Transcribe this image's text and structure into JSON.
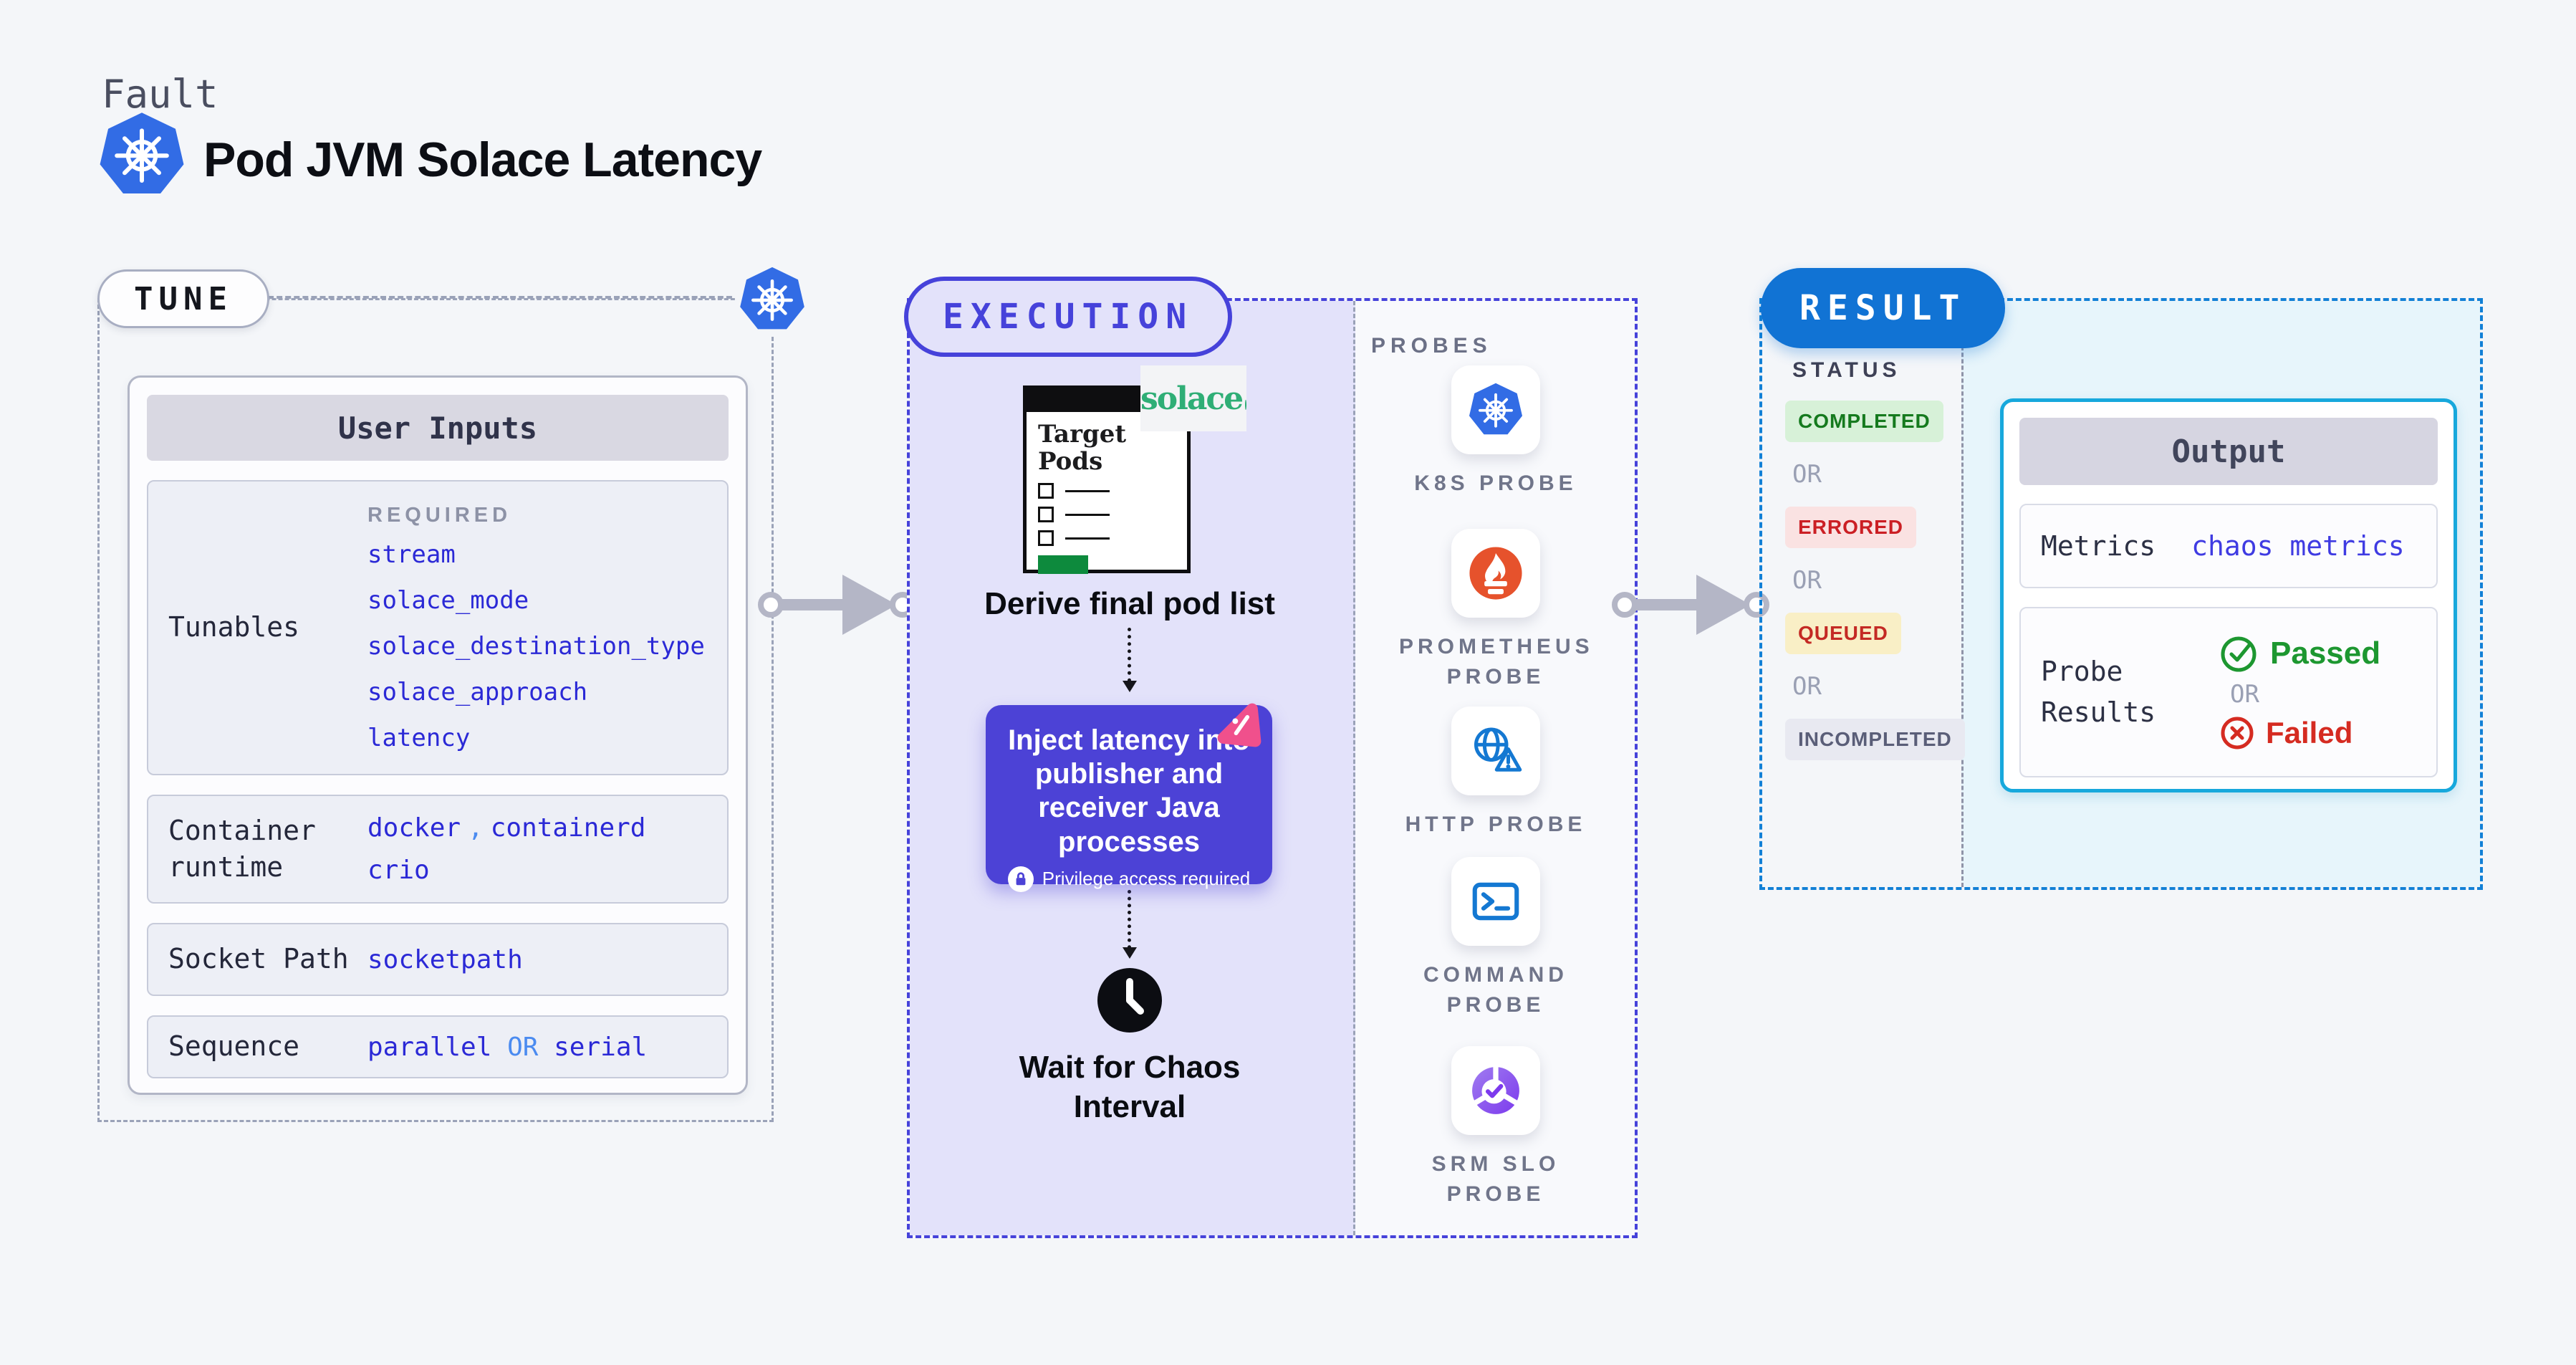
{
  "header": {
    "eyebrow": "Fault",
    "title": "Pod JVM Solace Latency",
    "icon": "kubernetes-icon"
  },
  "tune": {
    "label": "TUNE",
    "user_inputs": {
      "title": "User Inputs",
      "rows": [
        {
          "label": "Tunables",
          "tag": "REQUIRED",
          "values": [
            "stream",
            "solace_mode",
            "solace_destination_type",
            "solace_approach",
            "latency"
          ]
        },
        {
          "label": "Container runtime",
          "separator": ",",
          "values": [
            "docker",
            "containerd",
            "crio"
          ]
        },
        {
          "label": "Socket Path",
          "values": [
            "socketpath"
          ]
        },
        {
          "label": "Sequence",
          "connector": "OR",
          "values": [
            "parallel",
            "serial"
          ]
        }
      ]
    }
  },
  "execution": {
    "label": "EXECUTION",
    "target_pods": {
      "title": "Target Pods",
      "logo": "solace"
    },
    "derive_label": "Derive final pod list",
    "inject": {
      "text": "Inject latency into publisher and receiver Java processes",
      "note": "Privilege access required"
    },
    "wait_label": "Wait for Chaos Interval"
  },
  "probes": {
    "label": "PROBES",
    "items": [
      {
        "label": "K8S PROBE",
        "icon": "k8s-probe-icon"
      },
      {
        "label": "PROMETHEUS PROBE",
        "icon": "prometheus-probe-icon"
      },
      {
        "label": "HTTP PROBE",
        "icon": "http-probe-icon"
      },
      {
        "label": "COMMAND PROBE",
        "icon": "command-probe-icon"
      },
      {
        "label": "SRM SLO PROBE",
        "icon": "srm-slo-probe-icon"
      }
    ]
  },
  "result": {
    "label": "RESULT",
    "status": {
      "label": "STATUS",
      "or": "OR",
      "options": [
        {
          "text": "COMPLETED",
          "tone": "success"
        },
        {
          "text": "ERRORED",
          "tone": "error"
        },
        {
          "text": "QUEUED",
          "tone": "warning"
        },
        {
          "text": "INCOMPLETED",
          "tone": "neutral"
        }
      ]
    },
    "output": {
      "title": "Output",
      "metrics_label": "Metrics",
      "metrics_value": "chaos metrics",
      "probe_results_label": "Probe Results",
      "passed": "Passed",
      "or": "OR",
      "failed": "Failed"
    }
  },
  "colors": {
    "page_bg": "#f4f6f9",
    "k8s_blue": "#326ce5",
    "indigo": "#4642da",
    "lavender": "#e3e2fa",
    "result_blue": "#1173d4",
    "output_cyan": "#17a8dc",
    "link_blue": "#2b29d6",
    "or_blue": "#4b8bf0",
    "success_green": "#157a1e",
    "error_red": "#cb1f24",
    "queued_bg": "#f9efc6",
    "chaos_pink": "#f0508c",
    "solace_green": "#2fae76",
    "prometheus_orange": "#e6522c",
    "srm_purple": "#7c3aed"
  }
}
